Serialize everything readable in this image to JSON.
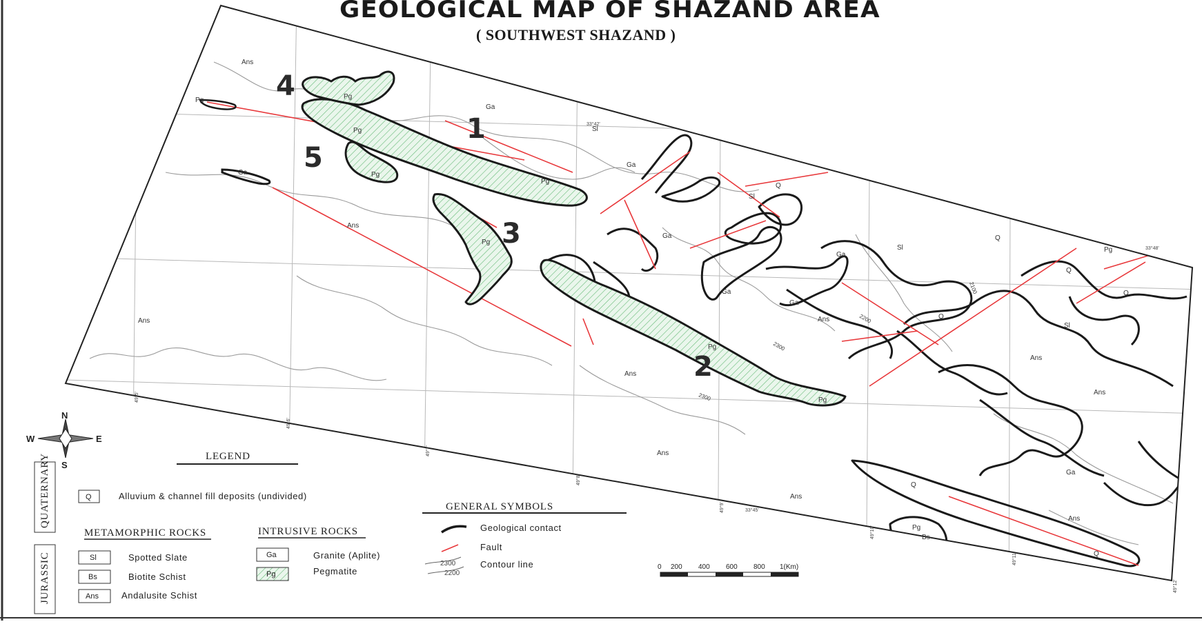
{
  "title": "GEOLOGICAL MAP OF SHAZAND AREA",
  "subtitle": "( SOUTHWEST SHAZAND )",
  "site_numbers": [
    "1",
    "2",
    "3",
    "4",
    "5"
  ],
  "map_labels": {
    "ans": "Ans",
    "pg": "Pg",
    "ga": "Ga",
    "sl": "Sl",
    "q": "Q",
    "bs": "Bs"
  },
  "contour_values": [
    "2100",
    "2200",
    "2300"
  ],
  "grid_labels": {
    "lat_top": "33°42'",
    "lat_mid": "33°45'",
    "lat_right": "33°48'",
    "lon_1": "49°5'",
    "lon_2": "49°6'",
    "lon_3": "49°7'",
    "lon_4": "49°8'",
    "lon_5": "49°9'",
    "lon_6": "49°10'",
    "lon_7": "49°11'",
    "lon_8": "49°12'"
  },
  "compass": {
    "n": "N",
    "s": "S",
    "e": "E",
    "w": "W"
  },
  "legend": {
    "title": "LEGEND",
    "quaternary": "QUATERNARY",
    "jurassic": "JURASSIC",
    "metamorphic_title": "METAMORPHIC ROCKS",
    "intrusive_title": "INTRUSIVE ROCKS",
    "items": [
      {
        "code": "Q",
        "label": "Alluvium & channel fill deposits (undivided)"
      },
      {
        "code": "Sl",
        "label": "Spotted Slate"
      },
      {
        "code": "Bs",
        "label": "Biotite Schist"
      },
      {
        "code": "Ans",
        "label": "Andalusite Schist"
      },
      {
        "code": "Ga",
        "label": "Granite (Aplite)"
      },
      {
        "code": "Pg",
        "label": "Pegmatite"
      }
    ]
  },
  "general_symbols": {
    "title": "GENERAL SYMBOLS",
    "contact": "Geological contact",
    "fault": "Fault",
    "contour": "Contour line",
    "contour_a": "2300",
    "contour_b": "2200"
  },
  "scale": {
    "ticks": [
      "0",
      "200",
      "400",
      "600",
      "800",
      "1(Km)"
    ]
  },
  "colors": {
    "fault": "#e8383b",
    "pegmatite": "#6fbf7f",
    "contact": "#1a1a1a",
    "contour": "#9a9a9a",
    "grid": "#b8b8b8"
  }
}
